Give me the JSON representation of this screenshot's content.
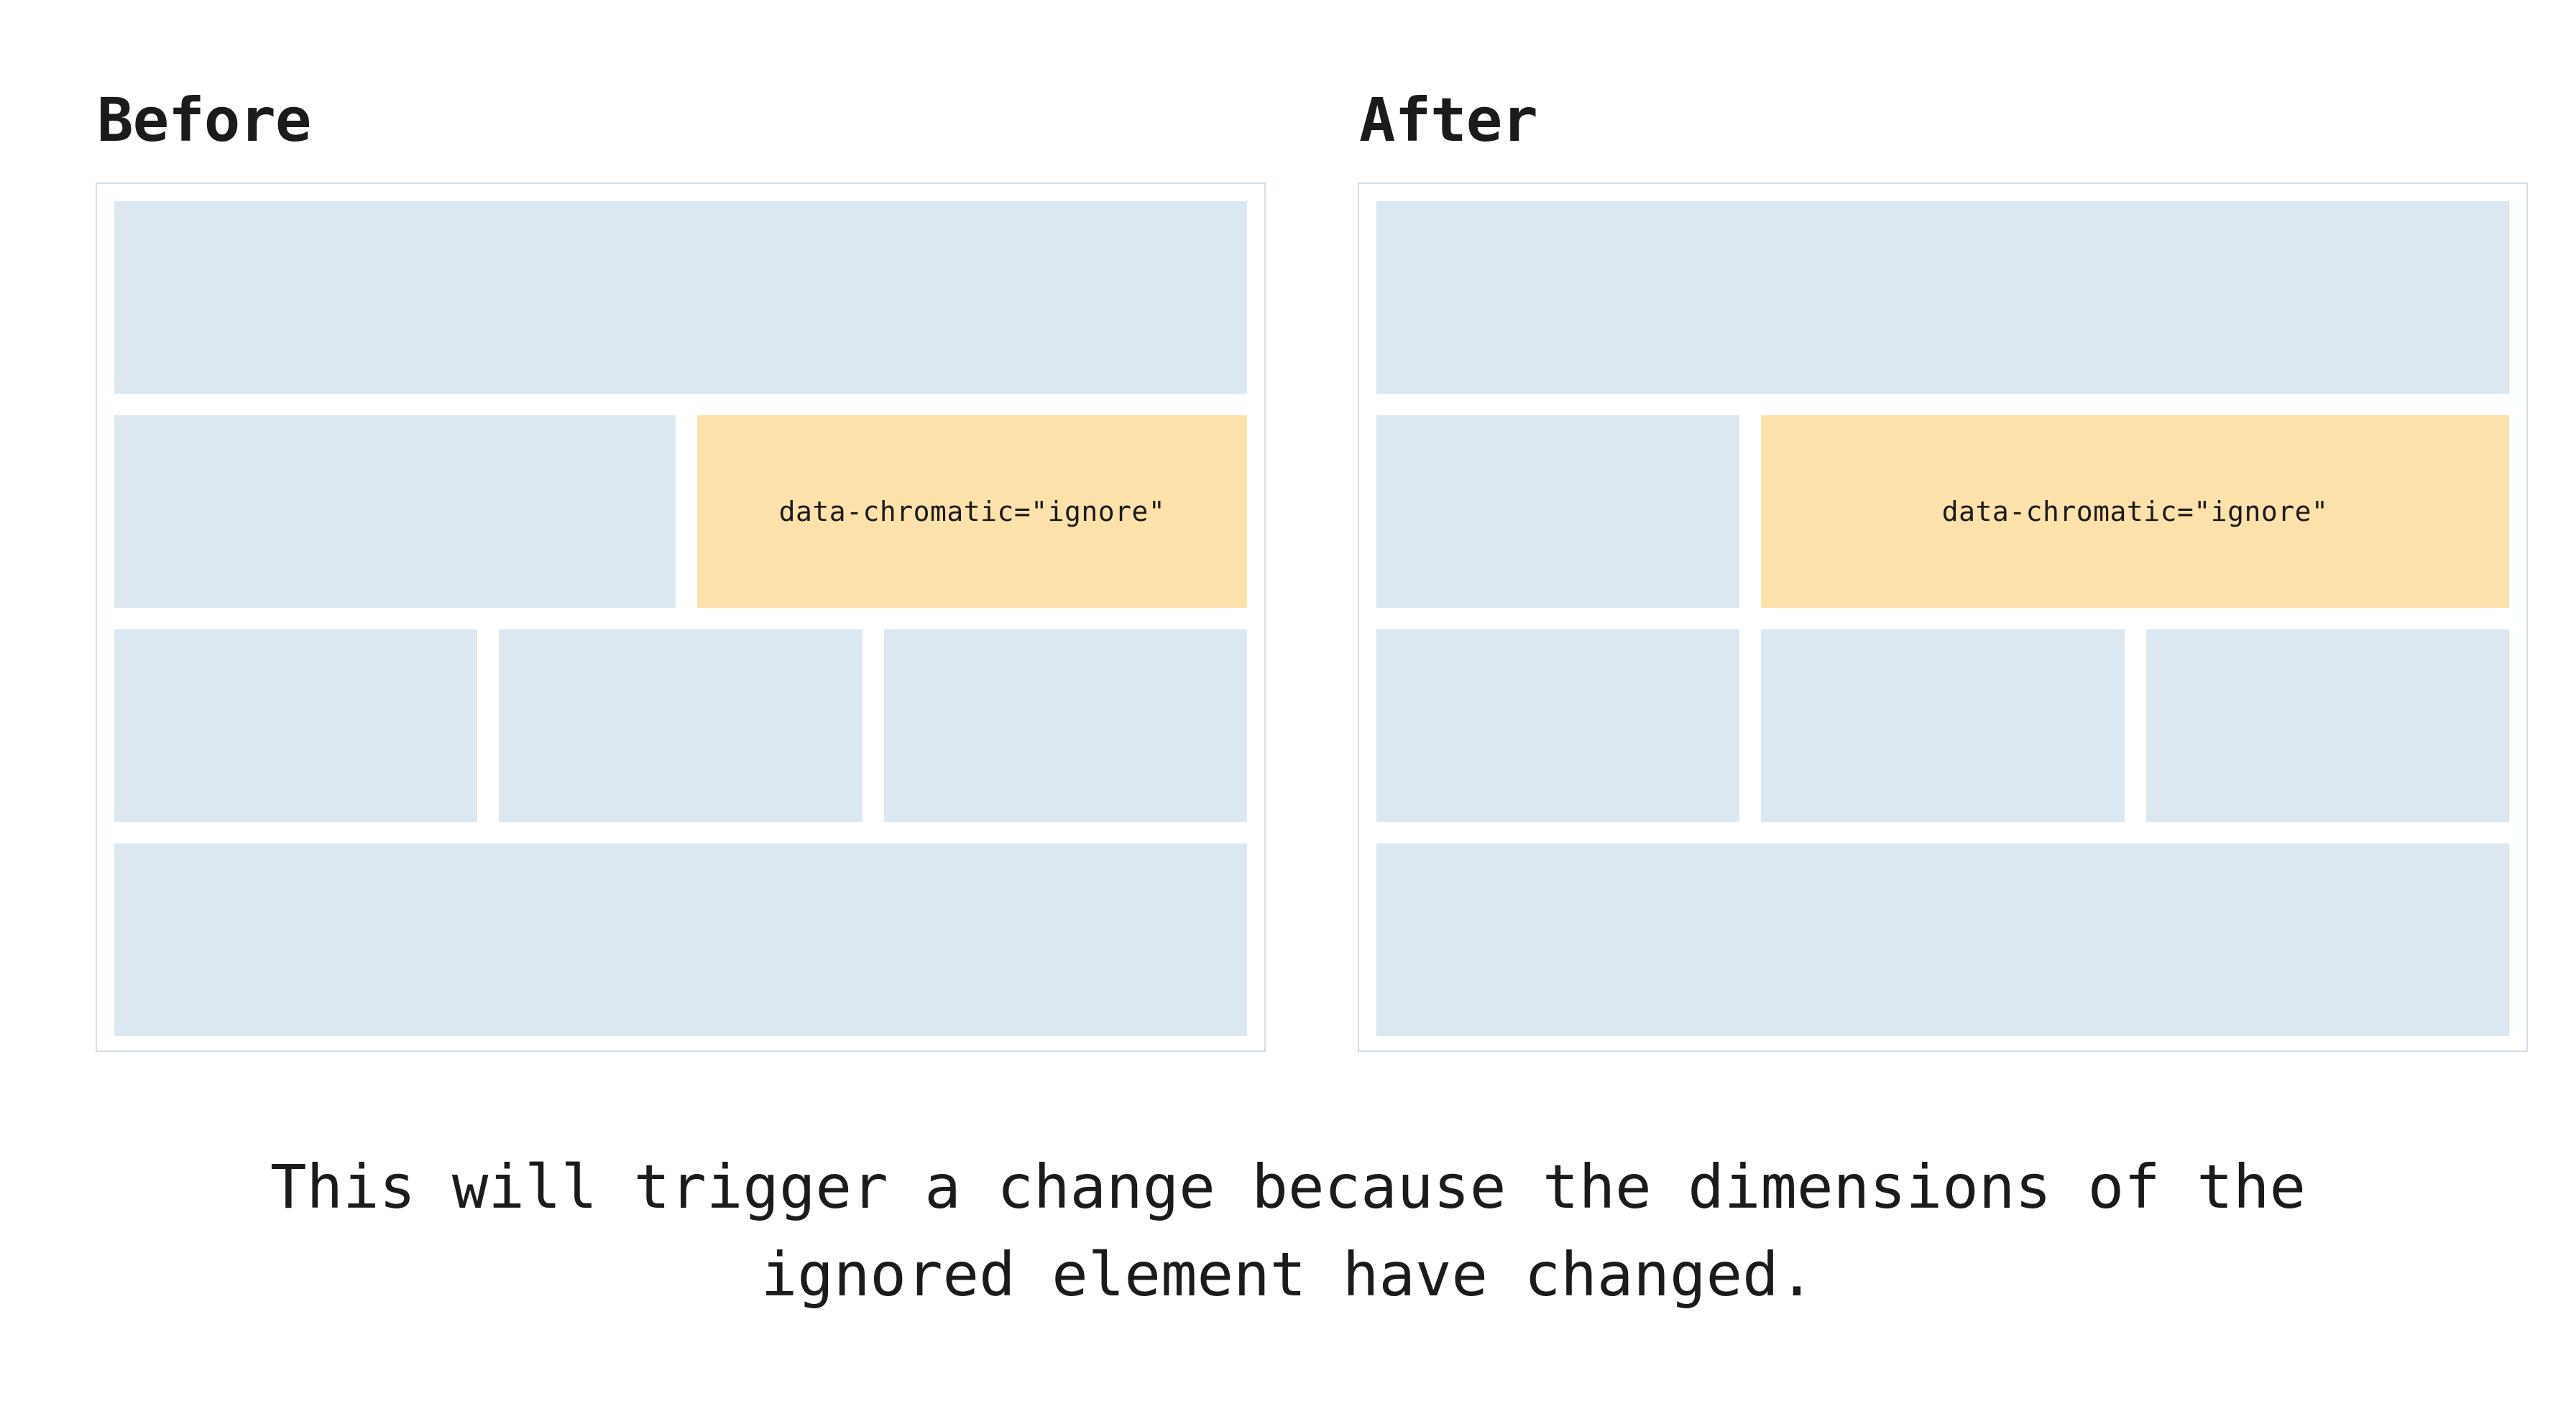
{
  "panels": [
    {
      "title": "Before",
      "ignore_label": "data-chromatic=\"ignore\""
    },
    {
      "title": "After",
      "ignore_label": "data-chromatic=\"ignore\""
    }
  ],
  "caption": {
    "text": "This will trigger a change because the dimensions of the ignored element have changed."
  },
  "colors": {
    "placeholder_blue": "#dbe7f1",
    "ignored_orange": "#fce1ab",
    "panel_border": "#cfe0ea",
    "text": "#1b1b1b",
    "background": "#ffffff"
  }
}
